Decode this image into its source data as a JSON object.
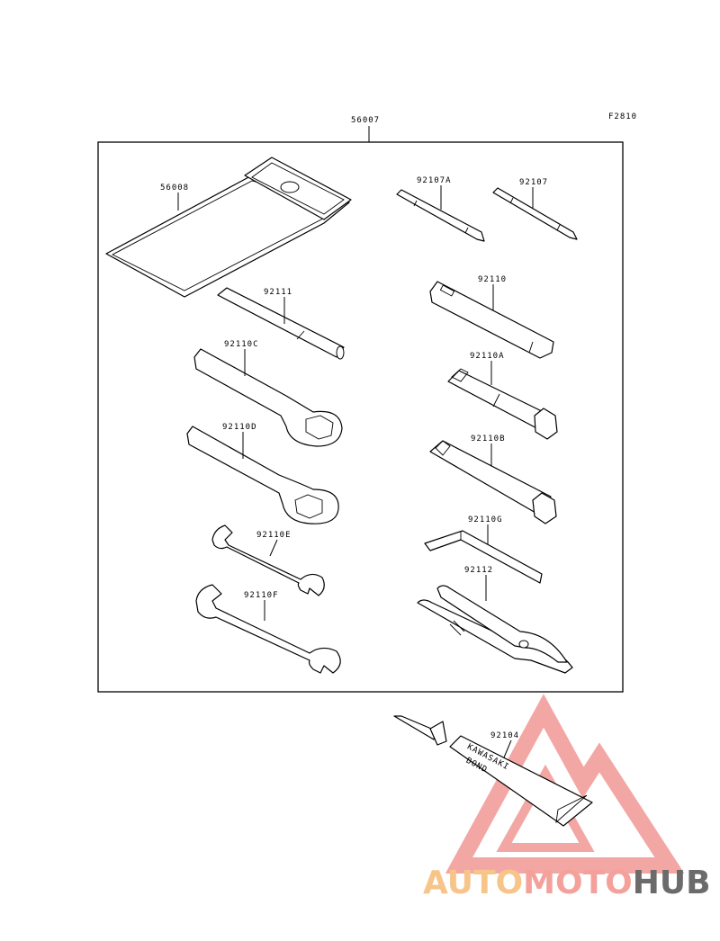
{
  "figure_code": "F2810",
  "kit_part_number": "56007",
  "parts": {
    "bag": "56008",
    "screwdriver_a": "92107A",
    "screwdriver": "92107",
    "wrench_handle": "92111",
    "handle_bar": "92110",
    "ring_wrench_c": "92110C",
    "socket_a": "92110A",
    "ring_wrench_d": "92110D",
    "socket_b": "92110B",
    "open_wrench_e": "92110E",
    "hex_key": "92110G",
    "pliers": "92112",
    "open_wrench_f": "92110F",
    "bond_tube": "92104"
  },
  "bond_tube_text": [
    "KAWASAKI",
    "BOND"
  ],
  "watermark": {
    "parts": [
      "AUTO",
      "MOTO",
      "HUB"
    ],
    "colors": {
      "auto": "#f7c58a",
      "moto": "#f4a19b",
      "hub": "#6b6b6b",
      "triangle": "#f08a86"
    }
  }
}
